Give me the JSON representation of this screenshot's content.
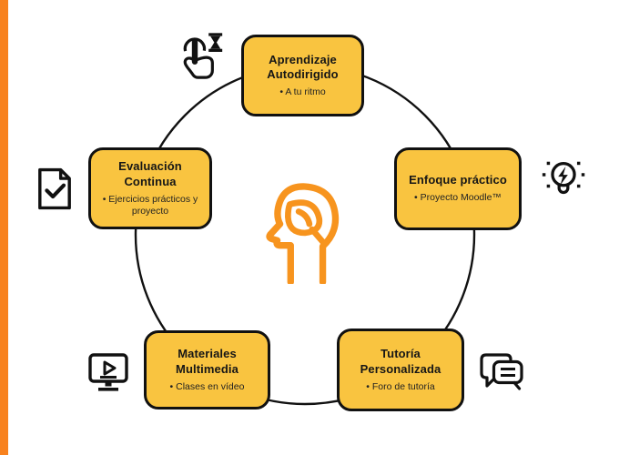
{
  "theme": {
    "accent_bar_color": "#F8821E",
    "box_fill": "#F9C440",
    "box_border": "#111111",
    "circle_color": "#111111",
    "center_icon_color": "#F7941E",
    "text_color": "#161616"
  },
  "diagram": {
    "type": "circular-cycle-infographic",
    "center_icon": "head-leaf-icon",
    "nodes": [
      {
        "position": "top",
        "icon": "tap-hourglass-icon",
        "title": "Aprendizaje Autodirigido",
        "bullet": "• A tu ritmo"
      },
      {
        "position": "right",
        "icon": "lightbulb-bolt-icon",
        "title": "Enfoque práctico",
        "bullet": "• Proyecto Moodle™"
      },
      {
        "position": "bottom-right",
        "icon": "chat-bubbles-icon",
        "title": "Tutoría Personalizada",
        "bullet": "• Foro de tutoría"
      },
      {
        "position": "bottom-left",
        "icon": "monitor-play-icon",
        "title": "Materiales Multimedia",
        "bullet": "• Clases en vídeo"
      },
      {
        "position": "left",
        "icon": "document-check-icon",
        "title": "Evaluación Continua",
        "bullet": "• Ejercicios prácticos y proyecto"
      }
    ]
  }
}
